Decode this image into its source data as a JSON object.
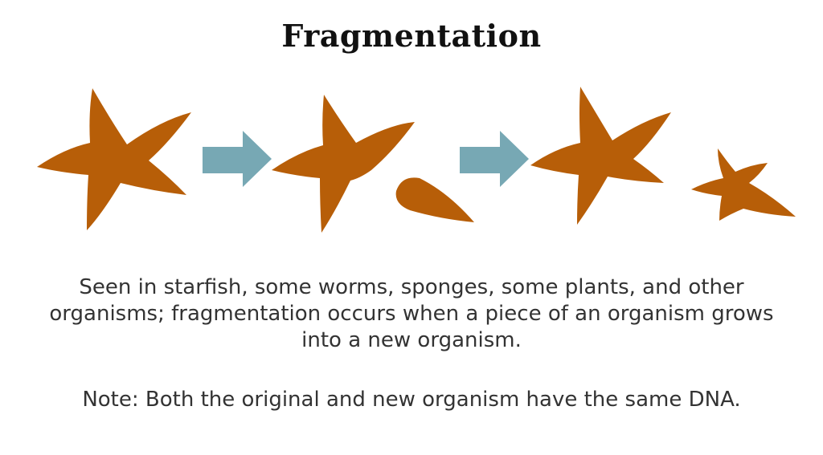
{
  "slide": {
    "title": "Fragmentation",
    "description": "Seen in starfish, some worms, sponges, some plants, and other organisms; fragmentation occurs when a piece of an organism grows into a new organism.",
    "note": "Note: Both the original and new organism have the same DNA."
  },
  "colors": {
    "starfish": "#B75E08",
    "arrow": "#77A8B4",
    "title": "#111111",
    "text": "#333333"
  },
  "diagram": {
    "stages": [
      {
        "stage": 1,
        "content": [
          "whole-starfish"
        ]
      },
      {
        "stage": 2,
        "content": [
          "starfish-missing-arm",
          "detached-arm"
        ]
      },
      {
        "stage": 3,
        "content": [
          "regenerated-starfish",
          "new-small-starfish"
        ]
      }
    ],
    "icons": [
      "starfish-icon",
      "arrow-right-icon",
      "arm-fragment-icon"
    ]
  }
}
